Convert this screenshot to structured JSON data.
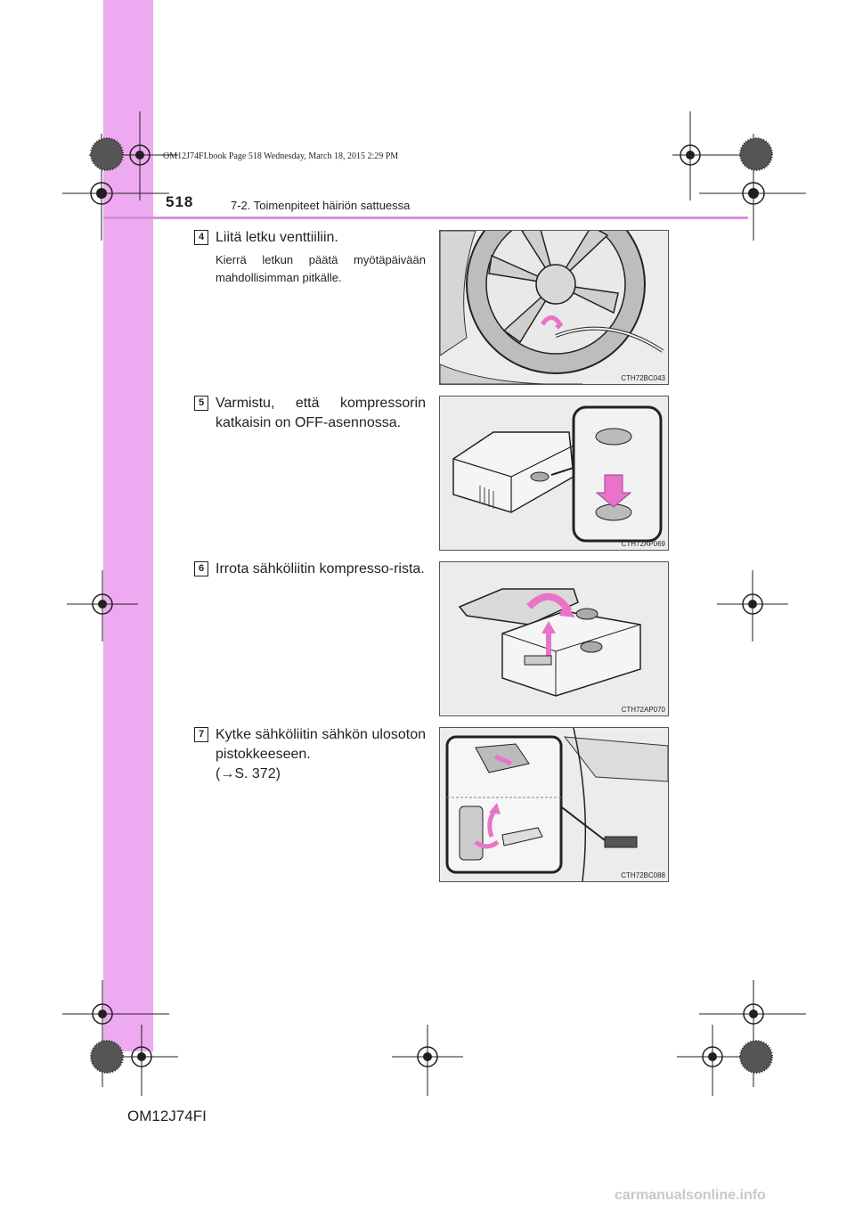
{
  "print_info": "OM12J74FI.book  Page 518  Wednesday, March 18, 2015  2:29 PM",
  "header": {
    "page_number": "518",
    "section_title": "7-2. Toimenpiteet häiriön sattuessa"
  },
  "steps": [
    {
      "number": "4",
      "title": "Liitä letku venttiiliin.",
      "note": "Kierrä letkun päätä myötäpäivään mahdollisimman pitkälle.",
      "figure_code": "CTH72BC043",
      "figure_icon": "tire-valve-hose-illustration"
    },
    {
      "number": "5",
      "title": "Varmistu, että kompressorin katkaisin on OFF-asennossa.",
      "figure_code": "CTH72AP069",
      "figure_icon": "compressor-switch-illustration"
    },
    {
      "number": "6",
      "title": "Irrota sähköliitin kompresso-rista.",
      "figure_code": "CTH72AP070",
      "figure_icon": "compressor-lid-plug-illustration"
    },
    {
      "number": "7",
      "title": "Kytke sähköliitin sähkön ulosoton pistokkeeseen.",
      "reference": "(→S. 372)",
      "figure_code": "CTH72BC088",
      "figure_icon": "power-outlet-plug-illustration"
    }
  ],
  "footer": {
    "code": "OM12J74FI"
  },
  "watermark": "carmanualsonline.info",
  "colors": {
    "side_tab": "#eeaaf0",
    "header_line": "#d88ee0",
    "arrow_pink": "#e873c8"
  }
}
